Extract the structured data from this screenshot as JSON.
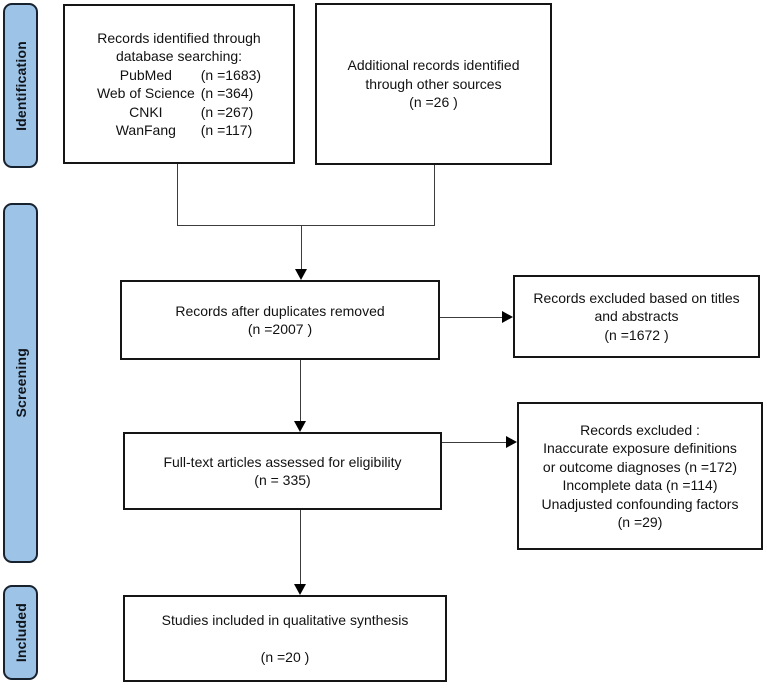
{
  "figure": {
    "kind": "PRISMA flow diagram"
  },
  "colors": {
    "stage_fill": "#9DC3E6",
    "stage_border": "#18222E",
    "box_border": "#151515",
    "line": "#3C3C3C",
    "background": "#FFFFFF"
  },
  "sidebar": {
    "identification": "Identification",
    "screening": "Screening",
    "included": "Included"
  },
  "boxes": {
    "db_search": {
      "lines": [
        "Records identified through",
        "database searching:"
      ],
      "items": [
        {
          "name": "PubMed",
          "value": "(n =1683)"
        },
        {
          "name": "Web of Science",
          "value": "(n =364)"
        },
        {
          "name": "CNKI",
          "value": "(n =267)"
        },
        {
          "name": "WanFang",
          "value": "(n =117)"
        }
      ]
    },
    "other_sources": {
      "lines": [
        "Additional records identified",
        "through other sources",
        "(n =26 )"
      ]
    },
    "duplicates_removed": {
      "lines": [
        "Records after duplicates removed",
        "(n =2007 )"
      ]
    },
    "excluded_titles": {
      "lines": [
        "Records excluded based on titles",
        "and abstracts",
        "(n =1672 )"
      ]
    },
    "fulltext_assessed": {
      "lines": [
        "Full-text articles assessed for eligibility",
        "(n = 335)"
      ]
    },
    "excluded_reasons": {
      "lines": [
        "Records  excluded :",
        "Inaccurate exposure definitions",
        "or outcome diagnoses (n =172)",
        "Incomplete data (n =114)",
        "Unadjusted confounding factors",
        "(n =29)"
      ]
    },
    "included_studies": {
      "lines": [
        "Studies included in qualitative synthesis",
        "(n =20 )"
      ]
    }
  }
}
